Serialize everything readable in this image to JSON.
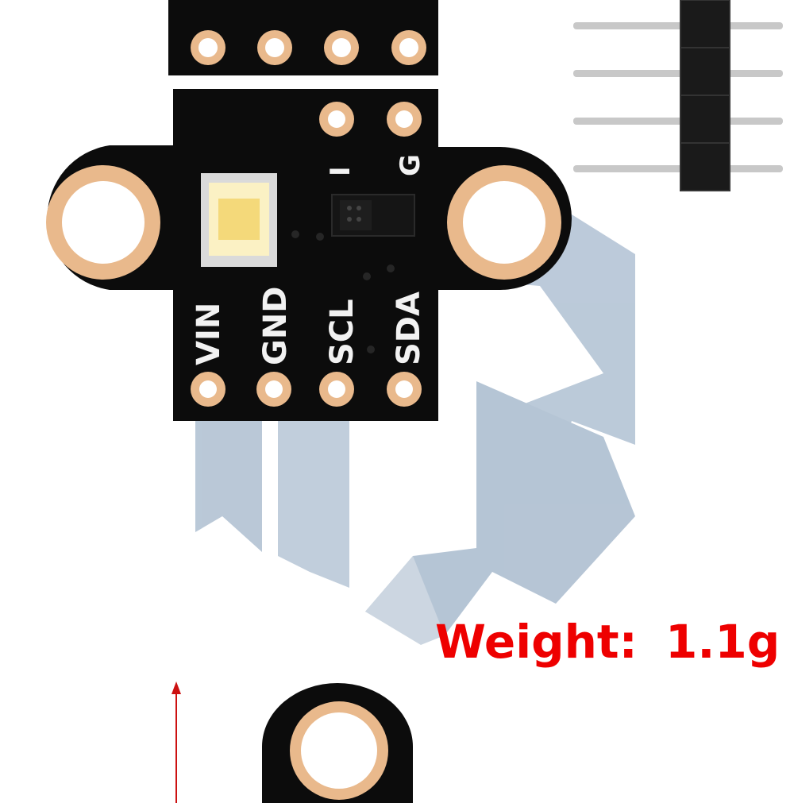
{
  "pcb": {
    "pin_labels": [
      "VIN",
      "GND",
      "SCL",
      "SDA"
    ],
    "top_labels": [
      "I",
      "G"
    ]
  },
  "weight": {
    "label": "Weight:",
    "value": "1.1g"
  },
  "colors": {
    "board": "#0c0c0c",
    "pad_gold": "#e9b98c",
    "pad_hole": "#ffffff",
    "silkscreen": "#f2f2f2",
    "watermark": "#aebfd1",
    "weight_text": "#ee0000",
    "arrow": "#cc1111",
    "header_plastic": "#1a1a1a",
    "header_pin": "#c8c8c8",
    "led": "#fbf1c4"
  },
  "icons": [
    "watermark-logo-icon",
    "led-icon",
    "sensor-chip-icon",
    "pin-header-icon",
    "dimension-arrow-icon"
  ]
}
